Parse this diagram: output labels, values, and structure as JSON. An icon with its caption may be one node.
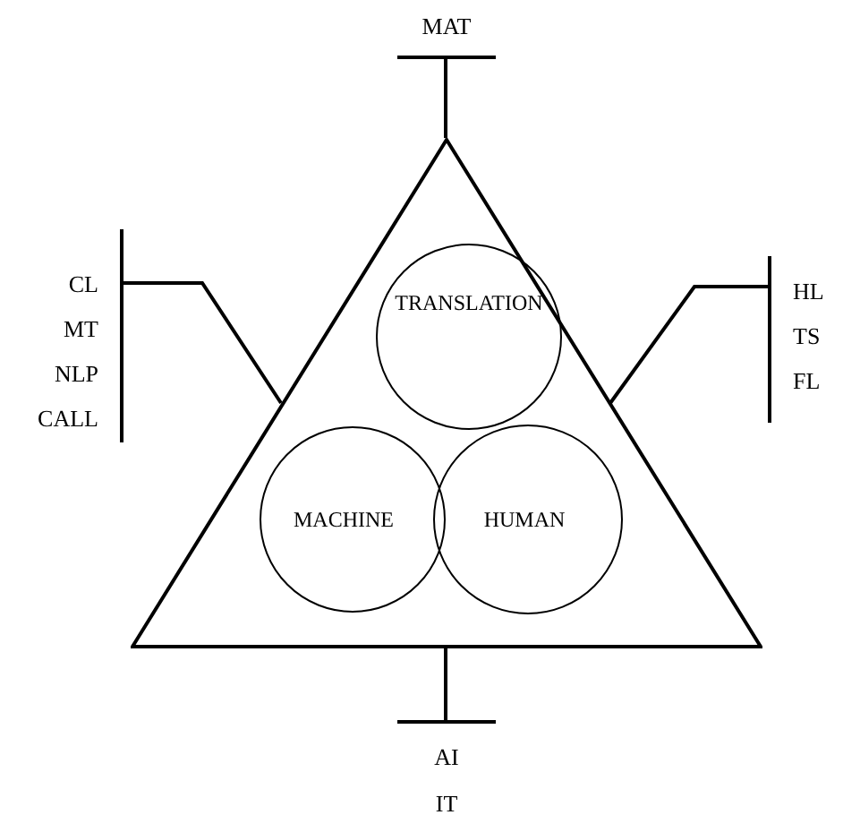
{
  "diagram": {
    "nodes": [
      {
        "text": [
          "MAT"
        ]
      },
      {
        "text": [
          "CL",
          "MT",
          "NLP",
          "CALL"
        ]
      },
      {
        "text": [
          "HL",
          "TS",
          "FL"
        ]
      },
      {
        "text": [],
        "shape": "triangle"
      },
      {
        "text": [
          "TRANSLATION"
        ],
        "in": 3
      },
      {
        "text": [
          "MACHINE"
        ],
        "in": 3
      },
      {
        "text": [
          "HUMAN"
        ],
        "in": 3
      },
      {
        "text": [
          "AI",
          "IT"
        ]
      }
    ],
    "edges": [
      {
        "from": 0,
        "to": 3,
        "arrow": "none"
      },
      {
        "from": 1,
        "to": 3,
        "arrow": "none"
      },
      {
        "from": 2,
        "to": 3,
        "arrow": "none"
      },
      {
        "from": 7,
        "to": 3,
        "arrow": "none"
      }
    ]
  }
}
